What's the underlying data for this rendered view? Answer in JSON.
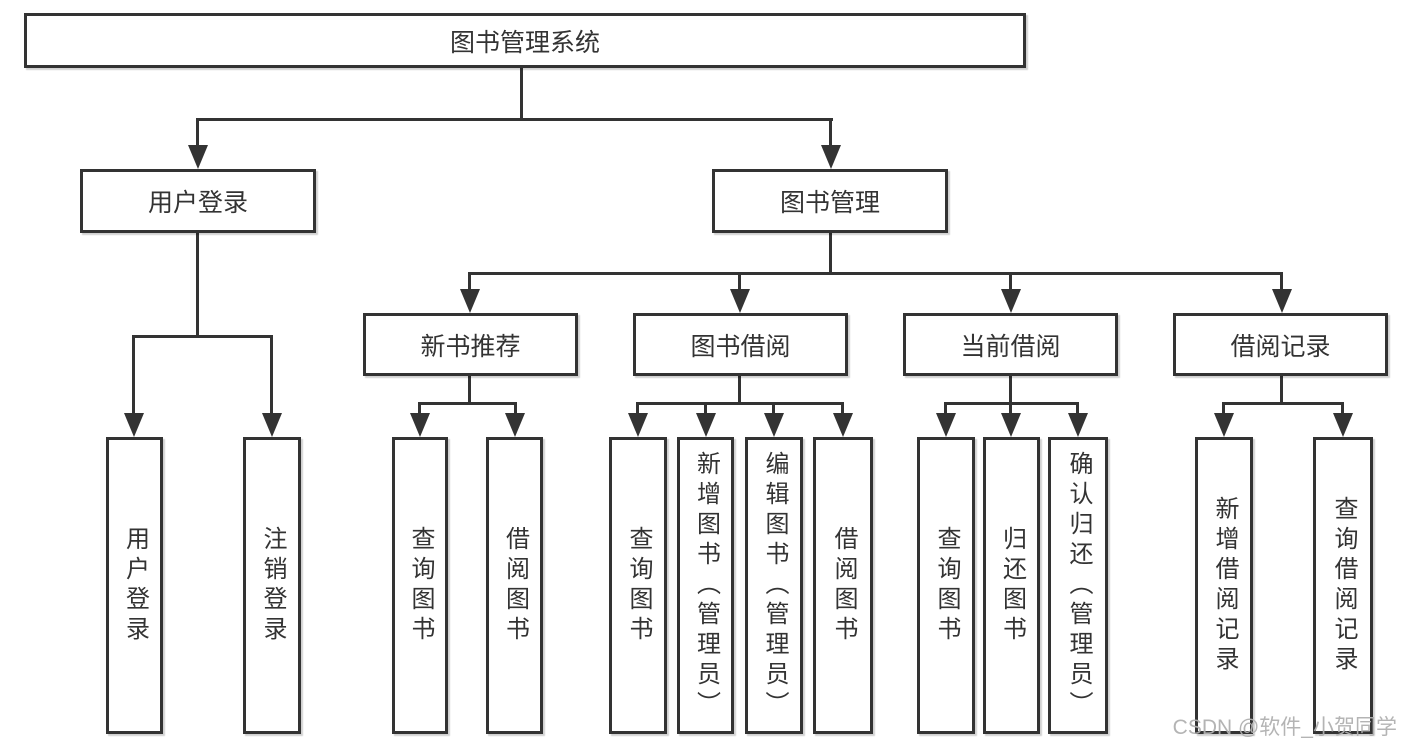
{
  "colors": {
    "background": "#ffffff",
    "line": "#333333",
    "box_border": "#333333",
    "box_fill": "#ffffff",
    "text": "#333333",
    "watermark": "#b0b0b0"
  },
  "watermark": {
    "text": "CSDN @软件_小贺同学"
  },
  "tree": {
    "label": "图书管理系统",
    "children": [
      {
        "label": "用户登录",
        "children": [
          {
            "label": "用户登录"
          },
          {
            "label": "注销登录"
          }
        ]
      },
      {
        "label": "图书管理",
        "children": [
          {
            "label": "新书推荐",
            "children": [
              {
                "label": "查询图书"
              },
              {
                "label": "借阅图书"
              }
            ]
          },
          {
            "label": "图书借阅",
            "children": [
              {
                "label": "查询图书"
              },
              {
                "label": "新增图书（管理员）"
              },
              {
                "label": "编辑图书（管理员）"
              },
              {
                "label": "借阅图书"
              }
            ]
          },
          {
            "label": "当前借阅",
            "children": [
              {
                "label": "查询图书"
              },
              {
                "label": "归还图书"
              },
              {
                "label": "确认归还（管理员）"
              }
            ]
          },
          {
            "label": "借阅记录",
            "children": [
              {
                "label": "新增借阅记录"
              },
              {
                "label": "查询借阅记录"
              }
            ]
          }
        ]
      }
    ]
  }
}
